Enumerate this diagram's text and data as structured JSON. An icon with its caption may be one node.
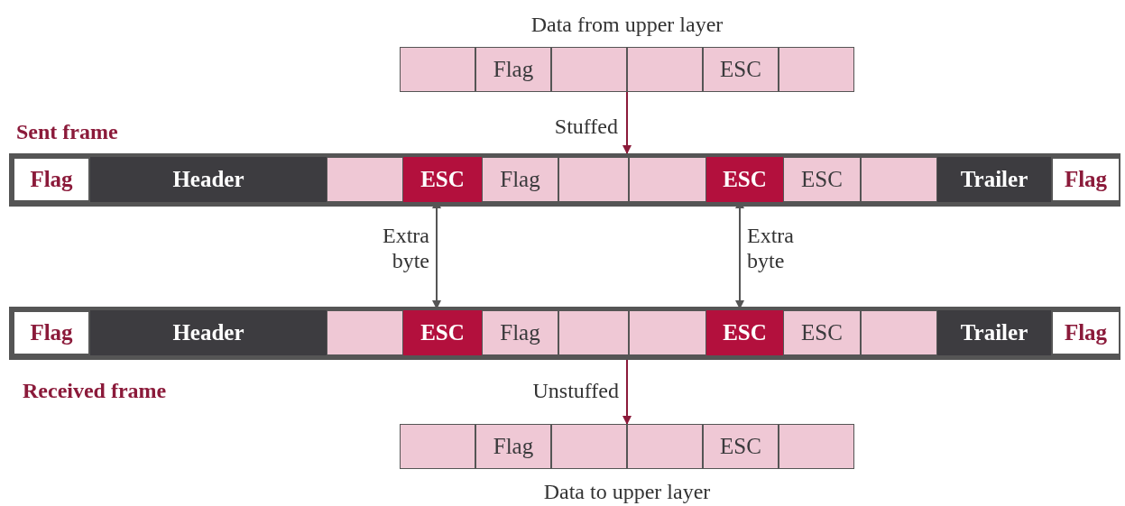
{
  "diagram": {
    "nodes": [
      {
        "text": [
          "Data from upper layer"
        ]
      },
      {
        "text": [],
        "shape": "box",
        "in": 0
      },
      {
        "text": [
          "Flag"
        ],
        "in": 0
      },
      {
        "text": [],
        "shape": "box",
        "in": 0
      },
      {
        "text": [],
        "shape": "box",
        "in": 0
      },
      {
        "text": [
          "ESC"
        ],
        "in": 0
      },
      {
        "text": [],
        "shape": "box",
        "in": 0
      },
      {
        "text": [
          "Sent frame"
        ]
      },
      {
        "text": [
          "Flag"
        ],
        "in": 7
      },
      {
        "text": [
          "Header"
        ],
        "in": 7
      },
      {
        "text": [],
        "shape": "box",
        "in": 7
      },
      {
        "text": [
          "ESC"
        ],
        "in": 7
      },
      {
        "text": [
          "Flag"
        ],
        "in": 7
      },
      {
        "text": [],
        "shape": "box",
        "in": 7
      },
      {
        "text": [],
        "shape": "box",
        "in": 7
      },
      {
        "text": [
          "ESC"
        ],
        "in": 7
      },
      {
        "text": [
          "ESC"
        ],
        "in": 7
      },
      {
        "text": [],
        "shape": "box",
        "in": 7
      },
      {
        "text": [
          "Trailer"
        ],
        "in": 7
      },
      {
        "text": [
          "Flag"
        ],
        "in": 7
      },
      {
        "text": [
          "Received frame"
        ]
      },
      {
        "text": [
          "Flag"
        ],
        "in": 20
      },
      {
        "text": [
          "Header"
        ],
        "in": 20
      },
      {
        "text": [],
        "shape": "box",
        "in": 20
      },
      {
        "text": [
          "ESC"
        ],
        "in": 20
      },
      {
        "text": [
          "Flag"
        ],
        "in": 20
      },
      {
        "text": [],
        "shape": "box",
        "in": 20
      },
      {
        "text": [],
        "shape": "box",
        "in": 20
      },
      {
        "text": [
          "ESC"
        ],
        "in": 20
      },
      {
        "text": [
          "ESC"
        ],
        "in": 20
      },
      {
        "text": [],
        "shape": "box",
        "in": 20
      },
      {
        "text": [
          "Trailer"
        ],
        "in": 20
      },
      {
        "text": [
          "Flag"
        ],
        "in": 20
      },
      {
        "text": [
          "Data to upper layer"
        ]
      },
      {
        "text": [],
        "shape": "box",
        "in": 33
      },
      {
        "text": [
          "Flag"
        ],
        "in": 33
      },
      {
        "text": [],
        "shape": "box",
        "in": 33
      },
      {
        "text": [],
        "shape": "box",
        "in": 33
      },
      {
        "text": [
          "ESC"
        ],
        "in": 33
      },
      {
        "text": [],
        "shape": "box",
        "in": 33
      }
    ],
    "edges": [
      {
        "from": 0,
        "to": 7,
        "arrow": "to",
        "label": "Stuffed",
        "color": "#8b1a3a"
      },
      {
        "from": 11,
        "to": 24,
        "arrow": "both",
        "label": "Extra byte",
        "color": "#555555"
      },
      {
        "from": 15,
        "to": 28,
        "arrow": "both",
        "label": "Extra byte",
        "color": "#555555"
      },
      {
        "from": 20,
        "to": 33,
        "arrow": "to",
        "label": "Unstuffed",
        "color": "#8b1a3a"
      }
    ]
  }
}
